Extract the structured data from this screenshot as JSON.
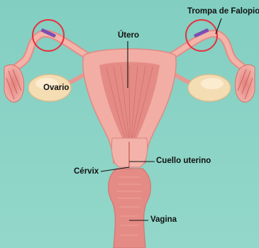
{
  "labels": {
    "tube": "Trompa de Falopio",
    "uterus": "Útero",
    "ovary": "Ovario",
    "cervix_right": "Cuello uterino",
    "cervix_left": "Cérvix",
    "vagina": "Vagina"
  },
  "colors": {
    "background": "#8ed3c6",
    "tissue": "#f2b1a8",
    "tissue_dark": "#e07f7a",
    "muscle": "#e58b86",
    "ovary": "#f5e0b8",
    "circle": "#e8313f",
    "clip": "#7b4fb3",
    "text": "#111111"
  },
  "icons": {
    "marker_left": "purple-clip-icon",
    "marker_right": "purple-clip-icon"
  }
}
